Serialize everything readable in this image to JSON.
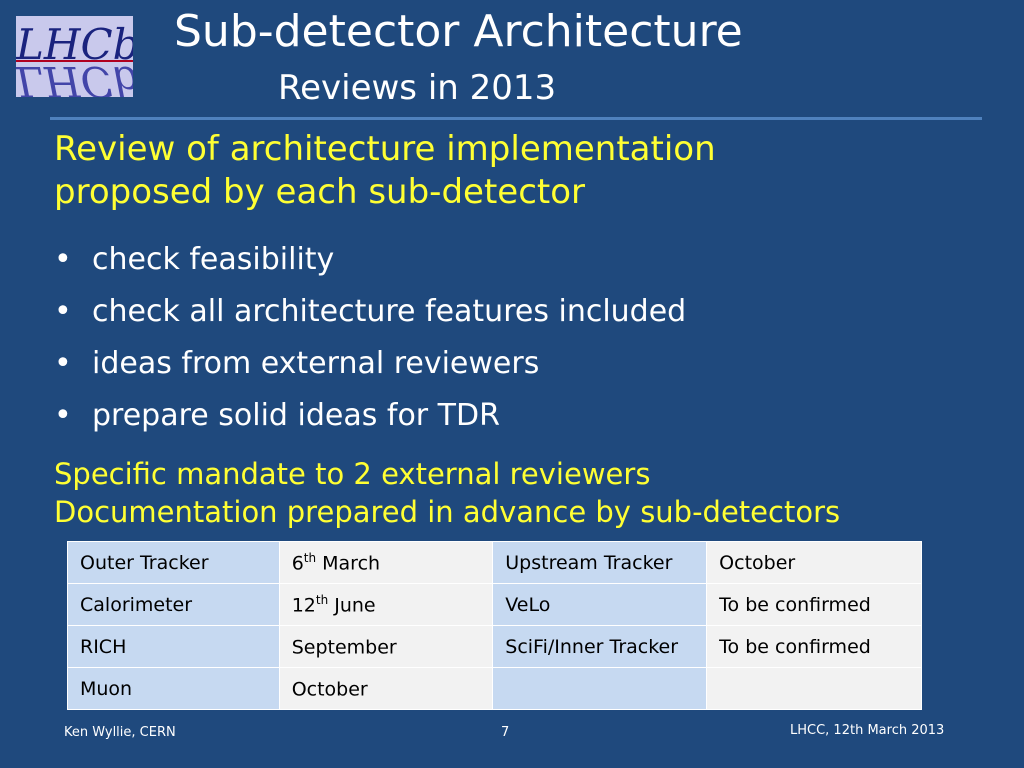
{
  "logo": {
    "text": "LHCb"
  },
  "title": {
    "line1": "Sub-detector Architecture",
    "line2": "Reviews in 2013"
  },
  "heading1": {
    "line1": "Review of architecture implementation",
    "line2": "proposed by each sub-detector"
  },
  "bullets": [
    "check feasibility",
    "check all architecture features included",
    "ideas from external reviewers",
    "prepare solid ideas for TDR"
  ],
  "bullet_symbol": "•",
  "heading2": {
    "line1": "Specific mandate to 2 external reviewers",
    "line2": "Documentation prepared in advance by sub-detectors"
  },
  "table": {
    "rows": [
      {
        "det1": "Outer Tracker",
        "date1_num": "6",
        "date1_sup": "th",
        "date1_rest": " March",
        "det2": "Upstream Tracker",
        "date2": "October"
      },
      {
        "det1": "Calorimeter",
        "date1_num": "12",
        "date1_sup": "th",
        "date1_rest": " June",
        "det2": "VeLo",
        "date2": "To be confirmed"
      },
      {
        "det1": "RICH",
        "date1_num": "September",
        "date1_sup": "",
        "date1_rest": "",
        "det2": "SciFi/Inner Tracker",
        "date2": "To be confirmed"
      },
      {
        "det1": "Muon",
        "date1_num": "October",
        "date1_sup": "",
        "date1_rest": "",
        "det2": "",
        "date2": ""
      }
    ]
  },
  "footer": {
    "author": "Ken Wyllie, CERN",
    "page": "7",
    "event": "LHCC, 12th March 2013"
  },
  "colors": {
    "background": "#1f497d",
    "accent": "#ffff33",
    "rule": "#4f81bd"
  }
}
